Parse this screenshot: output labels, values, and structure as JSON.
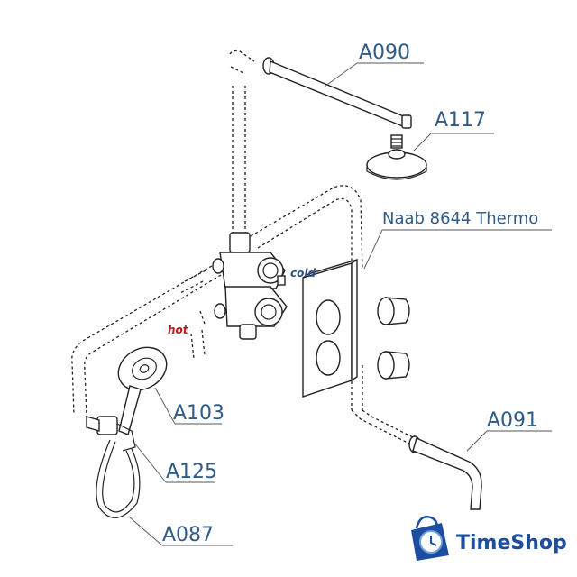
{
  "diagram": {
    "product_label": "Naab 8644 Thermo",
    "parts": {
      "shower_arm": "A090",
      "head_shower": "A117",
      "hand_shower": "A103",
      "holder": "A125",
      "hose": "A087",
      "spout": "A091"
    },
    "inlets": {
      "hot": "hot",
      "cold": "cold"
    }
  },
  "watermark": {
    "brand": "TimeShop",
    "colors": {
      "primary": "#1c4da1",
      "light": "#6fa0dc"
    }
  }
}
